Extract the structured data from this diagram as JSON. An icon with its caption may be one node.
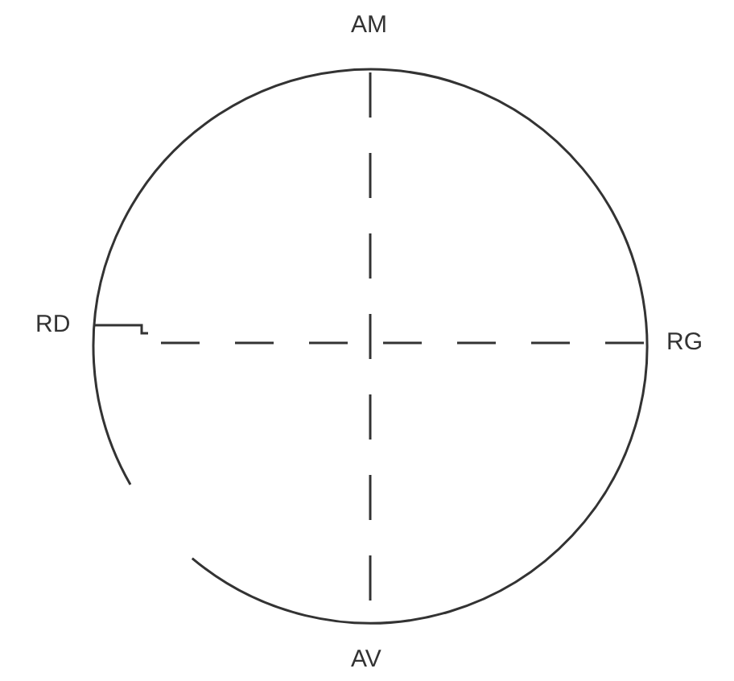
{
  "diagram": {
    "labels": [
      "AM",
      "RD",
      "RG",
      "AV"
    ]
  }
}
